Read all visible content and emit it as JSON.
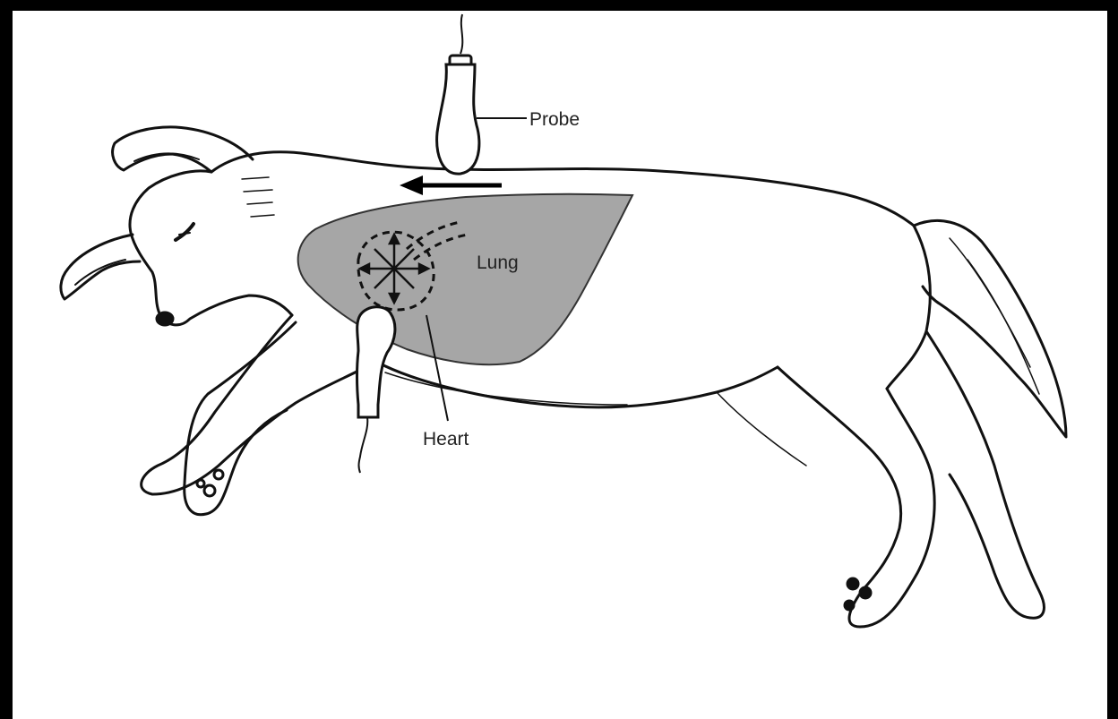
{
  "labels": {
    "probe": "Probe",
    "lung": "Lung",
    "heart": "Heart"
  },
  "colors": {
    "frame": "#000000",
    "lung_fill": "#a6a6a6",
    "outline": "#111111",
    "background": "#ffffff"
  },
  "icons": {
    "dog": "lying-dog-illustration",
    "probe_top": "ultrasound-probe-icon",
    "probe_side": "ultrasound-probe-icon",
    "motion_arrow": "arrow-left-icon"
  }
}
